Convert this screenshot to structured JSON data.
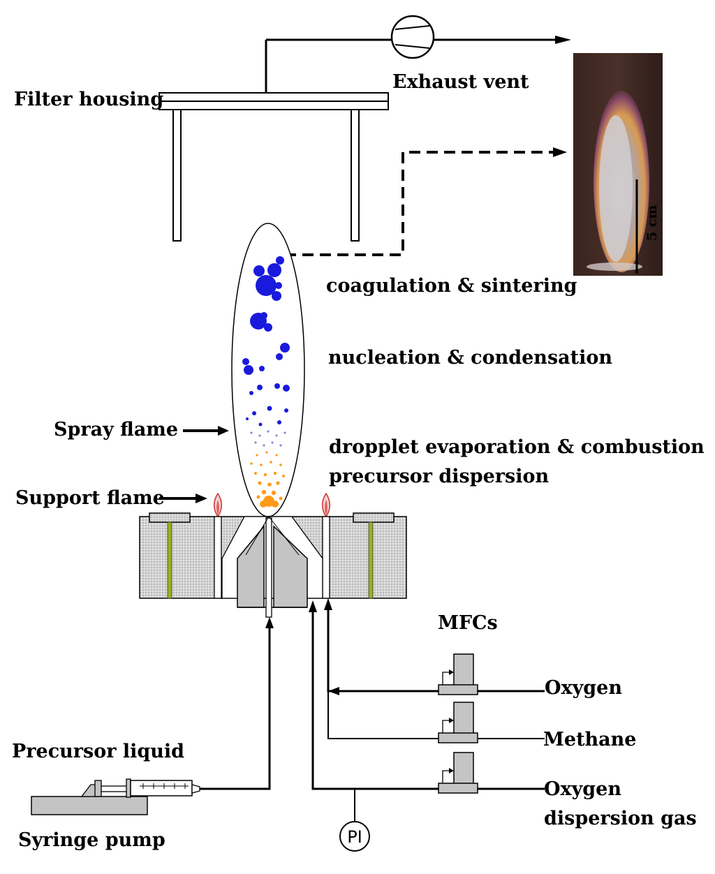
{
  "labels": {
    "filter_housing": "Filter housing",
    "exhaust_vent": "Exhaust vent",
    "coagulation": "coagulation & sintering",
    "nucleation": "nucleation & condensation",
    "spray_flame": "Spray flame",
    "droplet": "dropplet evaporation & combustion",
    "precursor_dispersion": "precursor dispersion",
    "support_flame": "Support flame",
    "mfcs": "MFCs",
    "oxygen": "Oxygen",
    "methane": "Methane",
    "oxygen_dispersion_1": "Oxygen",
    "oxygen_dispersion_2": "dispersion gas",
    "precursor_liquid": "Precursor liquid",
    "syringe_pump": "Syringe pump",
    "pi": "PI",
    "scale": "5 cm"
  },
  "colors": {
    "particle_blue": "#1a1adc",
    "droplet_orange": "#ff9a1a",
    "burner_gray": "#c4c4c4",
    "green_strip": "#9ab020",
    "photo_bg": "#4a302a"
  }
}
